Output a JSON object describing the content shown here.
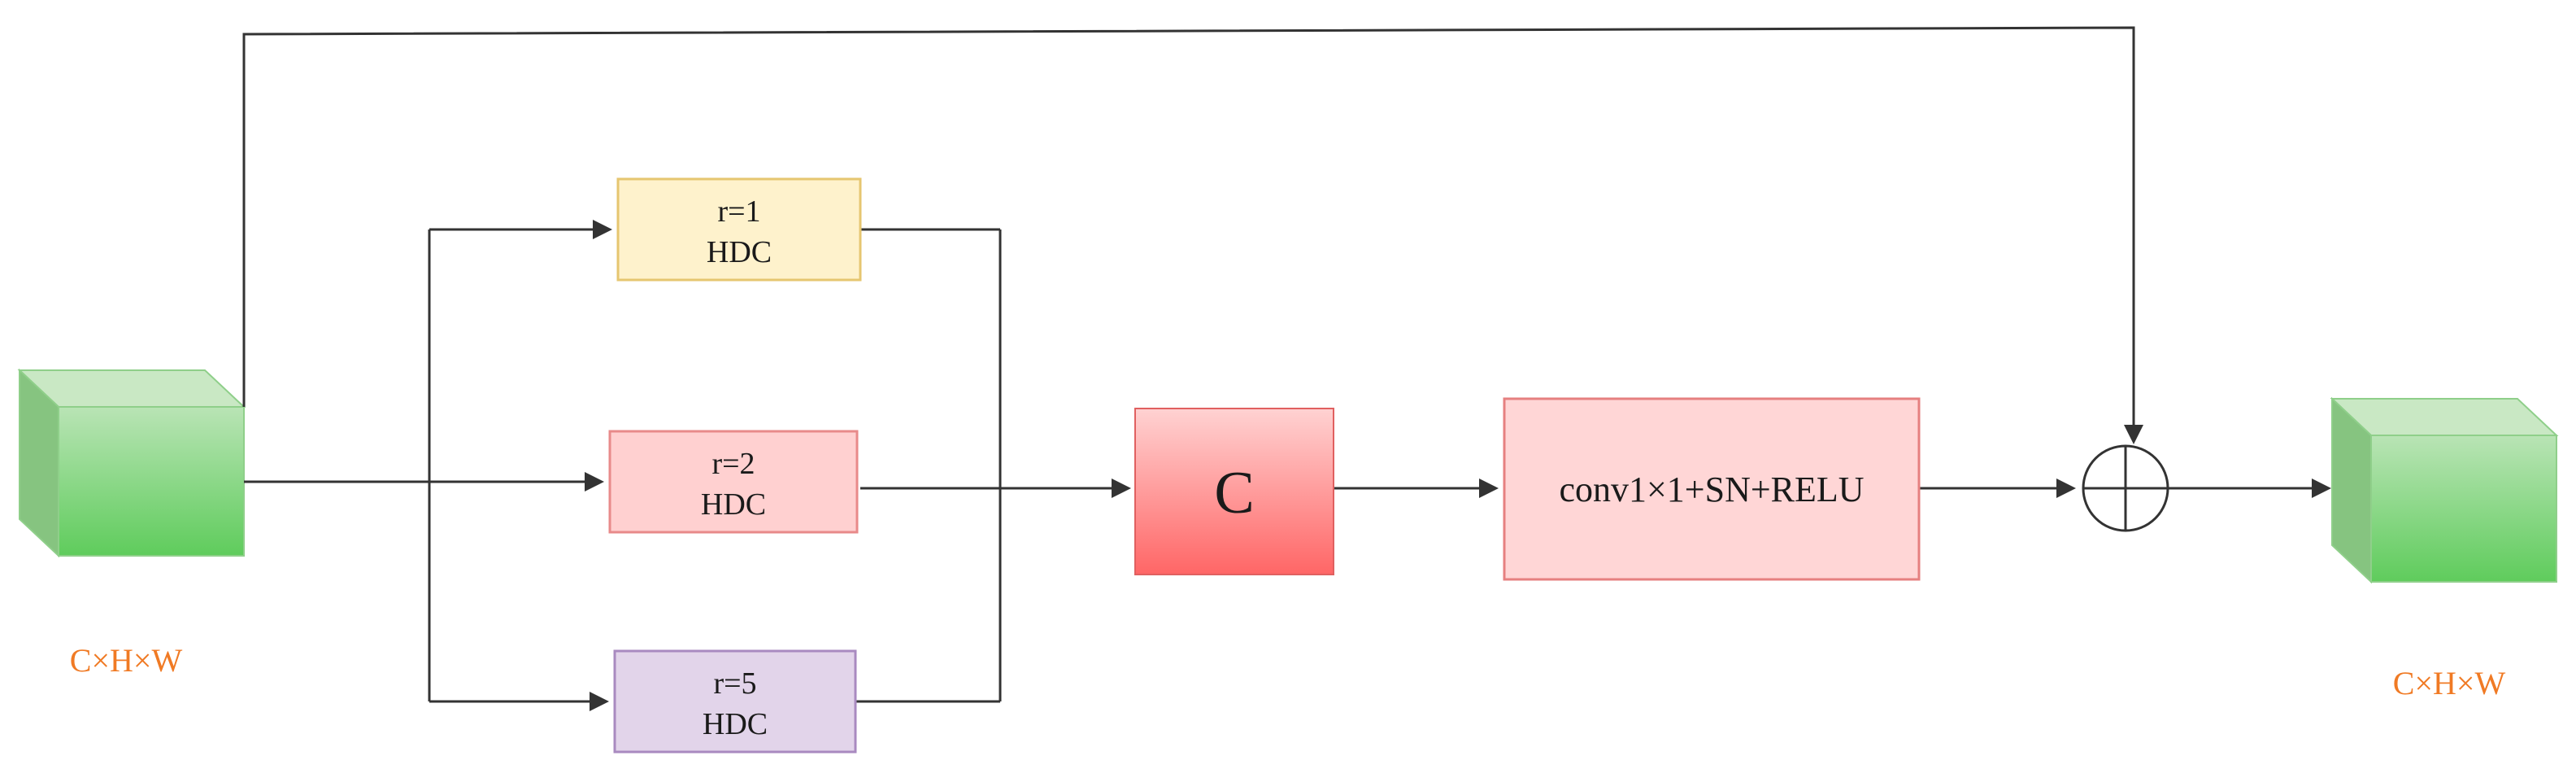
{
  "input": {
    "label": "C×H×W"
  },
  "output": {
    "label": "C×H×W"
  },
  "branches": [
    {
      "line1": "r=1",
      "line2": "HDC",
      "fill": "#fef2cc",
      "stroke": "#e6c670"
    },
    {
      "line1": "r=2",
      "line2": "HDC",
      "fill": "#ffd0d0",
      "stroke": "#e88a8a"
    },
    {
      "line1": "r=5",
      "line2": "HDC",
      "fill": "#e2d4ea",
      "stroke": "#a98ac0"
    }
  ],
  "concat": {
    "label": "C"
  },
  "conv": {
    "label": "conv1×1+SN+RELU"
  },
  "colors": {
    "dim_label": "#f07a24",
    "cube_front_top": "#b9e4b5",
    "cube_front_bottom": "#5fcc5c",
    "cube_top": "#c9e8c4",
    "cube_side": "#86c480",
    "cube_edge": "#8fcf8a",
    "concat_top": "#ffd2d2",
    "concat_bottom": "#ff6666",
    "concat_stroke": "#e06060",
    "conv_fill": "#ffd6d6",
    "conv_stroke": "#e68080",
    "wire": "#333333"
  }
}
